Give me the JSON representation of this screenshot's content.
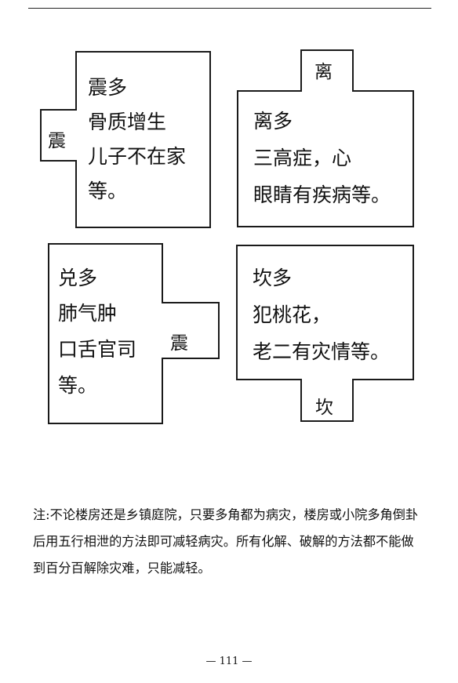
{
  "diagrams": [
    {
      "tab_label": "震",
      "lines": [
        "震多",
        "骨质增生",
        "儿子不在家",
        "等。"
      ]
    },
    {
      "tab_label": "离",
      "lines": [
        "离多",
        "三高症，心",
        "眼睛有疾病等。"
      ]
    },
    {
      "tab_label": "震",
      "lines": [
        "兑多",
        "肺气肿",
        "口舌官司",
        "等。"
      ]
    },
    {
      "tab_label": "坎",
      "lines": [
        "坎多",
        "犯桃花，",
        "老二有灾情等。"
      ]
    }
  ],
  "note": {
    "lines": [
      "注:不论楼房还是乡镇庭院，只要多角都为病灾，楼房或小院多角倒卦",
      "后用五行相泄的方法即可减轻病灾。所有化解、破解的方法都不能做",
      "到百分百解除灾难，只能减轻。"
    ]
  },
  "page_number": "— 111 —"
}
